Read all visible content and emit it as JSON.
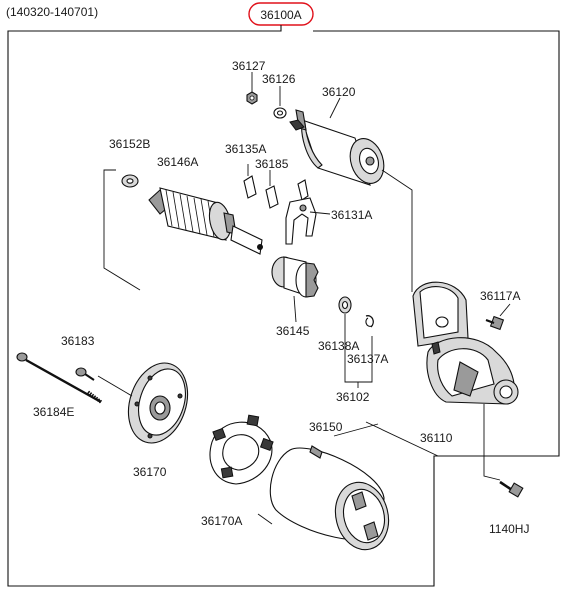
{
  "header": {
    "date_range": "(140320-140701)",
    "assembly_code": "36100A",
    "highlight_color": "#e0101a"
  },
  "labels": {
    "p36127": "36127",
    "p36126": "36126",
    "p36120": "36120",
    "p36152B": "36152B",
    "p36146A": "36146A",
    "p36135A": "36135A",
    "p36185": "36185",
    "p36131A": "36131A",
    "p36117A": "36117A",
    "p36145": "36145",
    "p36183": "36183",
    "p36138A": "36138A",
    "p36137A": "36137A",
    "p36184E": "36184E",
    "p36102": "36102",
    "p36110": "36110",
    "p36150": "36150",
    "p36170": "36170",
    "p36170A": "36170A",
    "p1140HJ": "1140HJ"
  }
}
